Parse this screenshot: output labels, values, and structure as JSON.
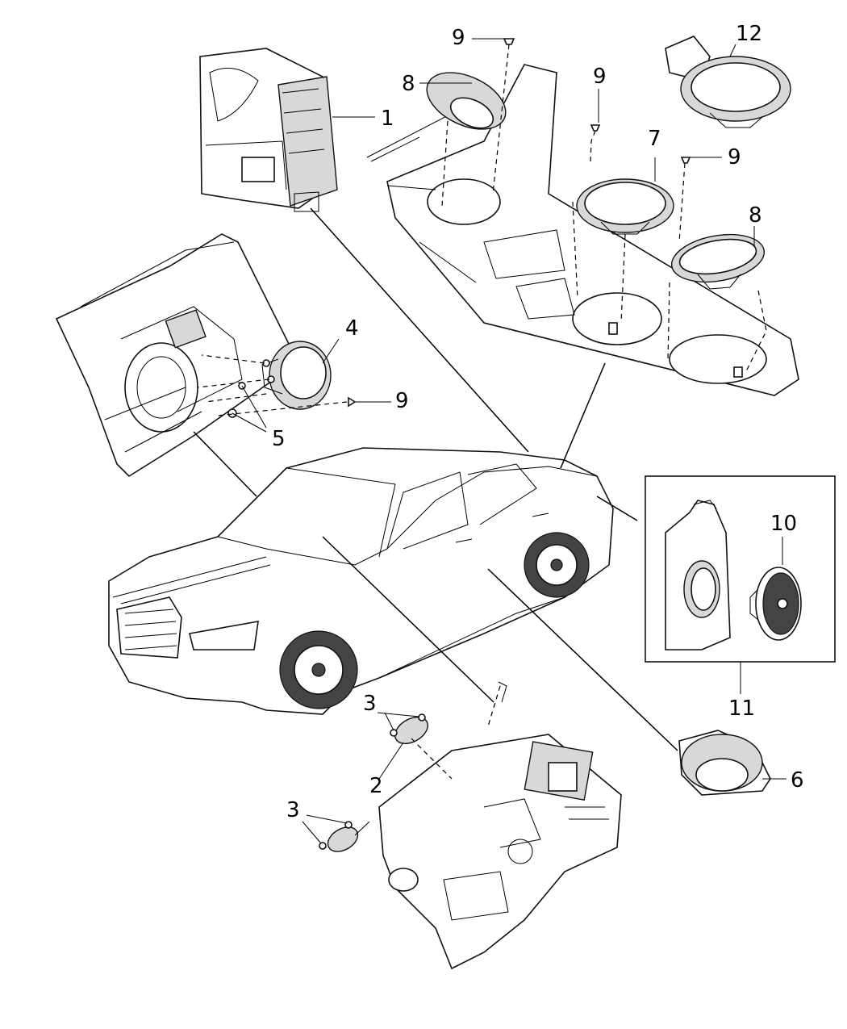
{
  "callouts": {
    "c1": "1",
    "c2": "2",
    "c3a": "3",
    "c3b": "3",
    "c4": "4",
    "c5": "5",
    "c6": "6",
    "c7": "7",
    "c8a": "8",
    "c8b": "8",
    "c9a": "9",
    "c9b": "9",
    "c9c": "9",
    "c9d": "9",
    "c10": "10",
    "c11": "11",
    "c12": "12"
  },
  "icons": {
    "vehicle": "sedan-drawing-icon",
    "amplifier": "amplifier-module-icon",
    "rear_shelf": "rear-package-shelf-icon",
    "door": "front-door-panel-icon",
    "instrument_panel": "instrument-panel-icon",
    "subwoofer": "subwoofer-icon",
    "speaker": "speaker-icon"
  },
  "colors": {
    "line": "#000000",
    "background": "#ffffff",
    "shade": "#d8d8d8"
  }
}
